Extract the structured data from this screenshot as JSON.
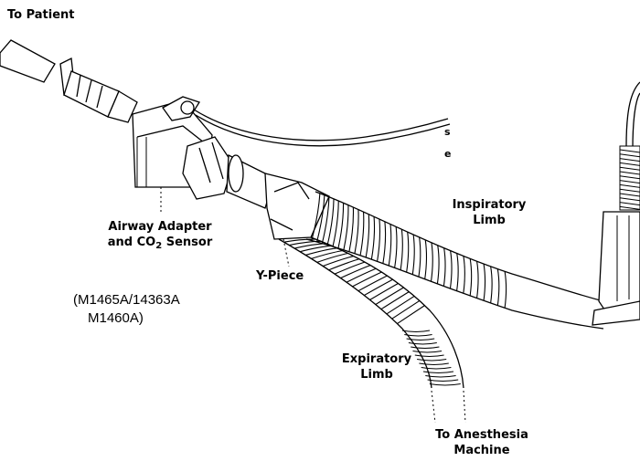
{
  "labels": {
    "to_patient": "To Patient",
    "airway_line1": "Airway Adapter",
    "airway_line2_pre": "and CO",
    "airway_line2_sub": "2",
    "airway_line2_post": " Sensor",
    "y_piece": "Y-Piece",
    "model_line1": "(M1465A/14363A",
    "model_line2": "M1460A)",
    "inspiratory_line1": "Inspiratory",
    "inspiratory_line2": "Limb",
    "expiratory_line1": "Expiratory",
    "expiratory_line2": "Limb",
    "to_anesthesia_line1": "To Anesthesia",
    "to_anesthesia_line2": "Machine",
    "partial_s": "s",
    "partial_e": "e"
  },
  "colors": {
    "stroke": "#000000",
    "background": "#ffffff"
  }
}
